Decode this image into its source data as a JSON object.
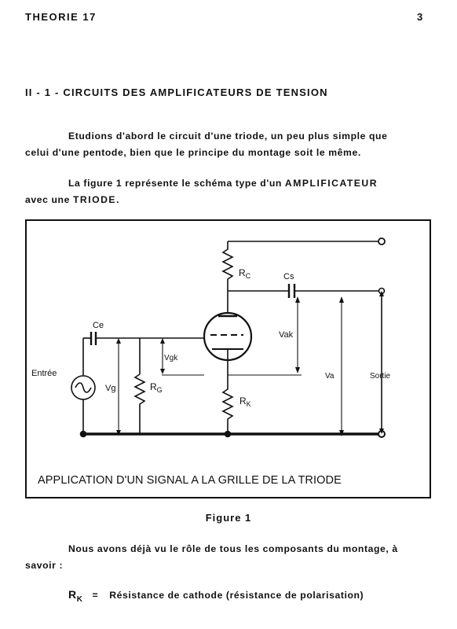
{
  "header": {
    "left": "THEORIE 17",
    "page_number": "3"
  },
  "section_title": "II - 1 - CIRCUITS DES AMPLIFICATEURS DE TENSION",
  "paragraph1": {
    "line1": "Etudions d'abord le circuit d'une triode, un peu plus simple que",
    "line2": "celui d'une pentode, bien que le principe du montage soit le même."
  },
  "paragraph2": {
    "line1_start": "La figure 1 représente le schéma type d'un ",
    "line1_caps": "AMPLIFICATEUR",
    "line2_start": "avec une ",
    "line2_caps": "TRIODE",
    "line2_end": "."
  },
  "figure": {
    "caption": "APPLICATION D'UN SIGNAL A LA GRILLE DE LA TRIODE",
    "label": "Figure 1",
    "labels": {
      "rc_main": "R",
      "rc_sub": "C",
      "cs": "Cs",
      "ce": "Ce",
      "vak": "Vak",
      "vgk": "Vgk",
      "entree": "Entrée",
      "vg": "Vg",
      "rg_main": "R",
      "rg_sub": "G",
      "rk_main": "R",
      "rk_sub": "K",
      "va": "Va",
      "sortie": "Sortie"
    }
  },
  "paragraph3": {
    "line1": "Nous avons déjà vu le rôle de tous les composants du montage, à",
    "line2": "savoir :"
  },
  "definition": {
    "symbol_main": "R",
    "symbol_sub": "K",
    "equals": "=",
    "text": "Résistance de cathode (résistance de polarisation)"
  }
}
